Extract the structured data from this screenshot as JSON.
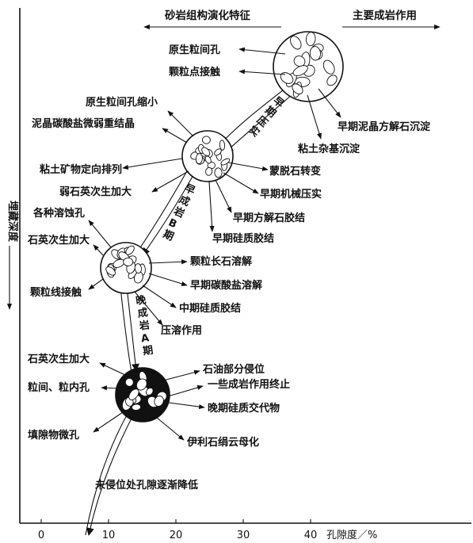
{
  "header": {
    "left": "砂岩组构演化特征",
    "right": "主要成岩作用"
  },
  "yaxis": {
    "label": "埋藏深度"
  },
  "xaxis": {
    "label": "孔隙度／%",
    "ticks": [
      "0",
      "10",
      "20",
      "30",
      "40"
    ]
  },
  "stages": {
    "s1": "早期压实",
    "s2": "早成岩B期",
    "s3": "晚成岩A期"
  },
  "circle1": {
    "left": [
      "原生粒间孔",
      "颗粒点接触"
    ],
    "right": [
      "早期泥晶方解石沉淀",
      "粘土杂基沉淀"
    ]
  },
  "circle2": {
    "left": [
      "原生粒间孔缩小",
      "泥晶碳酸盐微弱重结晶",
      "粘土矿物定向排列",
      "弱石英次生加大"
    ],
    "right": [
      "蒙脱石转变",
      "早期机械压实",
      "早期方解石胶结",
      "早期硅质胶结"
    ]
  },
  "circle3": {
    "left": [
      "各种溶蚀孔",
      "石英次生加大",
      "颗粒线接触"
    ],
    "right": [
      "颗粒长石溶解",
      "早期碳酸盐溶解",
      "中期硅质胶结",
      "压溶作用"
    ]
  },
  "circle4": {
    "left": [
      "石英次生加大",
      "粒间、粒内孔",
      "填隙物微孔"
    ],
    "right": [
      "石油部分侵位",
      "一些成岩作用终止",
      "晚期硅质交代物",
      "伊利石绢云母化"
    ]
  },
  "bottom_note": "未侵位处孔隙逐渐降低"
}
